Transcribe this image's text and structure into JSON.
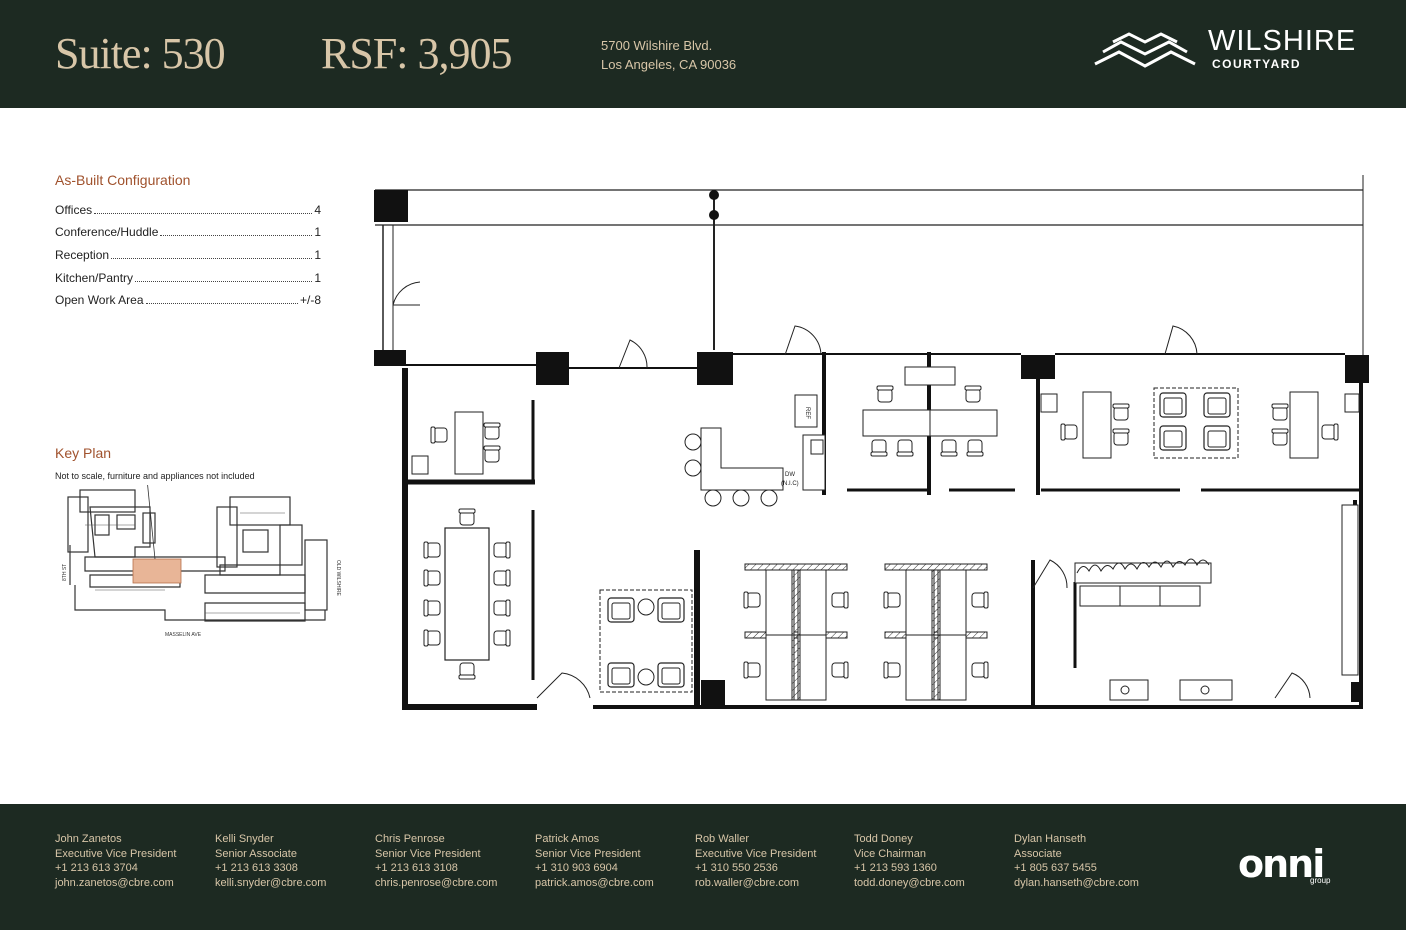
{
  "header": {
    "suite": "Suite: 530",
    "rsf": "RSF: 3,905",
    "address_line1": "5700 Wilshire Blvd.",
    "address_line2": "Los Angeles, CA 90036",
    "logo_word": "WILSHIRE",
    "logo_sub": "COURTYARD"
  },
  "config": {
    "title": "As-Built Configuration",
    "rows": [
      {
        "label": "Offices",
        "value": "4"
      },
      {
        "label": "Conference/Huddle",
        "value": "1"
      },
      {
        "label": "Reception",
        "value": "1"
      },
      {
        "label": "Kitchen/Pantry",
        "value": "1"
      },
      {
        "label": "Open Work Area",
        "value": "+/-8"
      }
    ]
  },
  "key_plan": {
    "title": "Key Plan",
    "note": "Not to scale, furniture and appliances not included",
    "street_bottom": "MASSELIN AVE",
    "street_left": "8TH ST",
    "street_right": "OLD WILSHIRE"
  },
  "floorplan": {
    "labels": {
      "refrigerator": "REF",
      "dishwasher": "DW",
      "nic": "(N.I.C)"
    }
  },
  "contacts": [
    {
      "name": "John Zanetos",
      "title": "Executive Vice President",
      "phone": "+1 213 613 3704",
      "email": "john.zanetos@cbre.com"
    },
    {
      "name": "Kelli Snyder",
      "title": "Senior Associate",
      "phone": "+1 213 613 3308",
      "email": "kelli.snyder@cbre.com"
    },
    {
      "name": "Chris Penrose",
      "title": "Senior Vice President",
      "phone": "+1 213 613 3108",
      "email": "chris.penrose@cbre.com"
    },
    {
      "name": "Patrick Amos",
      "title": "Senior Vice President",
      "phone": "+1 310 903 6904",
      "email": "patrick.amos@cbre.com"
    },
    {
      "name": "Rob Waller",
      "title": "Executive Vice President",
      "phone": "+1 310 550 2536",
      "email": "rob.waller@cbre.com"
    },
    {
      "name": "Todd Doney",
      "title": "Vice Chairman",
      "phone": "+1 213 593 1360",
      "email": "todd.doney@cbre.com"
    },
    {
      "name": "Dylan Hanseth",
      "title": "Associate",
      "phone": "+1 805 637 5455",
      "email": "dylan.hanseth@cbre.com"
    }
  ],
  "footer_logo": {
    "word": "onni",
    "sub": "group"
  },
  "colors": {
    "header_bg": "#1d2a22",
    "gold": "#d8c6a8",
    "accent": "#a0522d"
  }
}
